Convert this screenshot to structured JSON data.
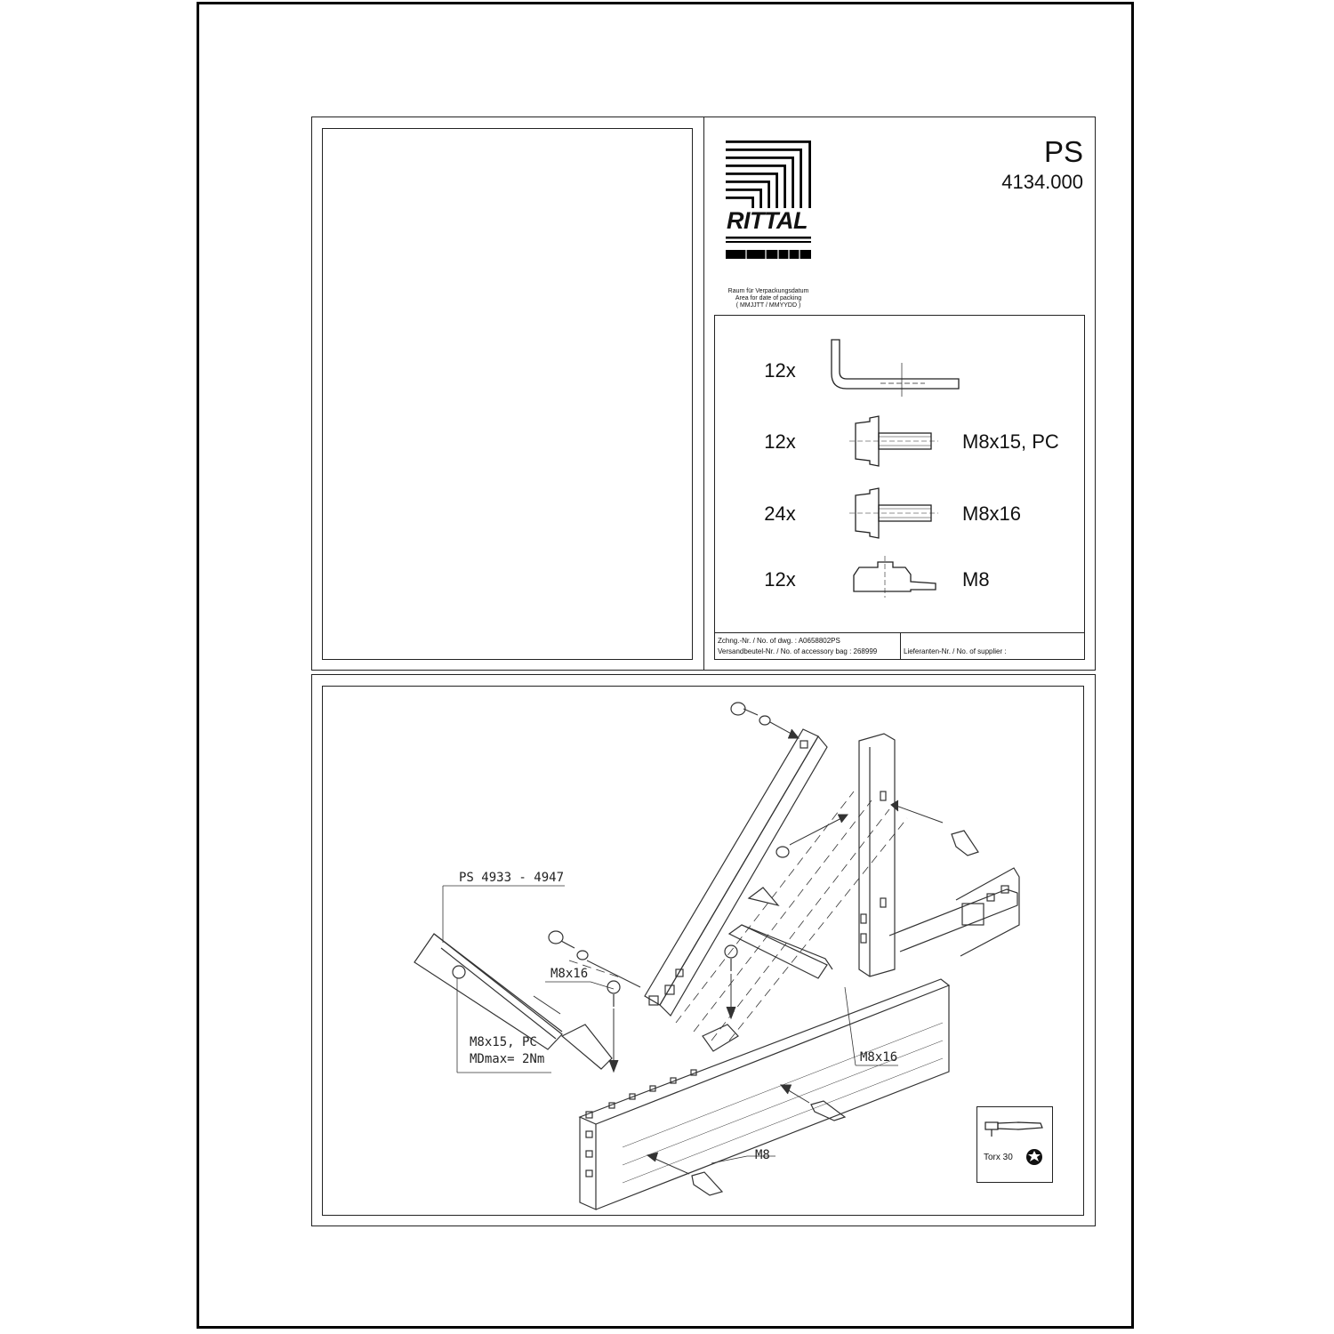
{
  "brand": {
    "name": "RITTAL"
  },
  "header": {
    "product_code": "PS",
    "article_number": "4134.000"
  },
  "packing_area": {
    "line1": "Raum für Verpackungsdatum",
    "line2": "Area for date of packing",
    "line3": "( MMJJTT / MMYYDD )"
  },
  "parts": [
    {
      "qty": "12x",
      "icon": "angle-bracket-icon",
      "spec": ""
    },
    {
      "qty": "12x",
      "icon": "screw-icon",
      "spec": "M8x15, PC"
    },
    {
      "qty": "24x",
      "icon": "screw-icon",
      "spec": "M8x16"
    },
    {
      "qty": "12x",
      "icon": "slot-nut-icon",
      "spec": "M8"
    }
  ],
  "footer": {
    "drawing_no": "Zchng.-Nr. / No. of dwg. : A0658802PS",
    "accessory_bag": "Versandbeutel-Nr. / No. of accessory bag : 268999",
    "supplier_no": "Lieferanten-Nr. / No. of supplier :"
  },
  "diagram": {
    "callouts": {
      "series": "PS 4933 - 4947",
      "screw_left": "M8x16",
      "screw_pc": "M8x15, PC",
      "torque": "MDmax= 2Nm",
      "screw_right": "M8x16",
      "nut": "M8"
    },
    "tool": {
      "label": "Torx 30",
      "icon": "torx-icon"
    }
  }
}
